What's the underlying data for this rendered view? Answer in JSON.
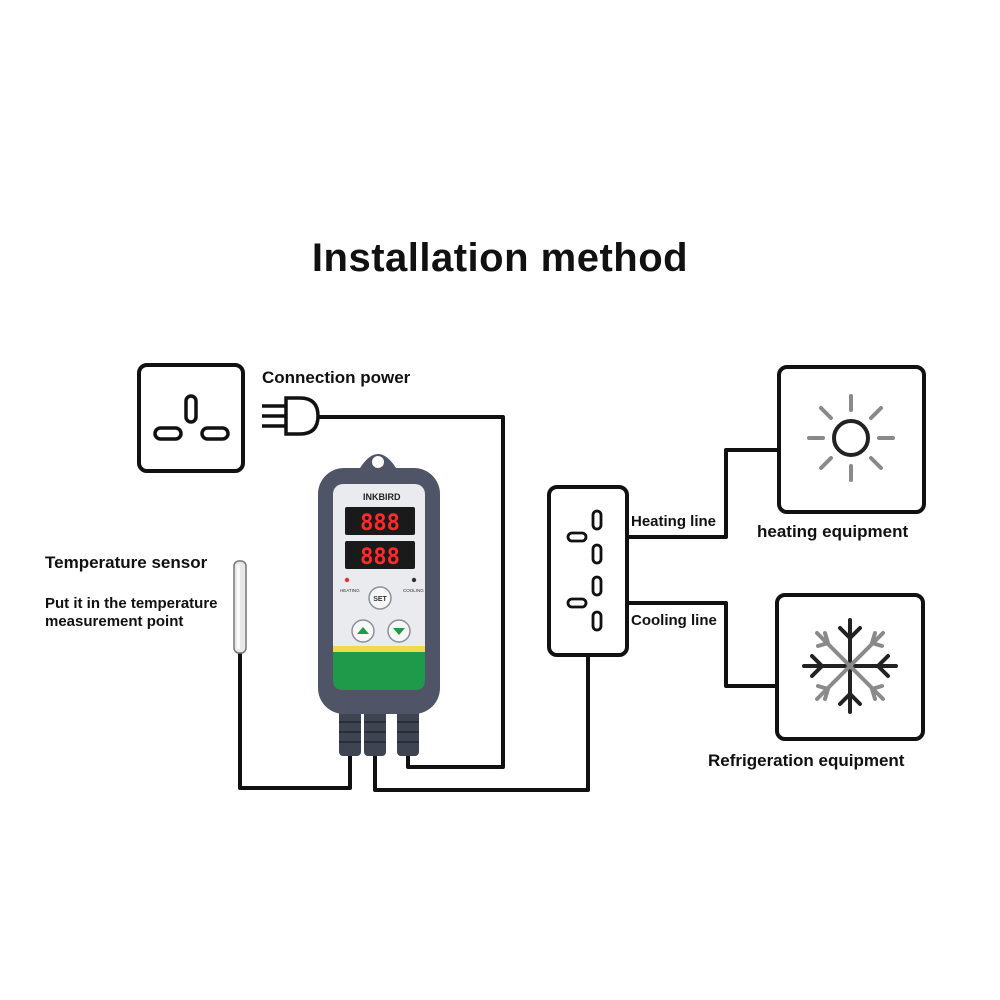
{
  "title": "Installation method",
  "labels": {
    "connection_power": "Connection power",
    "temperature_sensor": "Temperature sensor",
    "sensor_note_line1": "Put it in the temperature",
    "sensor_note_line2": "measurement point",
    "heating_line": "Heating line",
    "cooling_line": "Cooling line",
    "heating_equipment": "heating equipment",
    "refrigeration_equipment": "Refrigeration equipment"
  },
  "device": {
    "brand": "INKBIRD",
    "display_top": "888",
    "display_bottom": "888",
    "set_button": "SET",
    "heating_indicator": "HEATING",
    "cooling_indicator": "COOLING"
  },
  "colors": {
    "line": "#111111",
    "device_body": "#4f5566",
    "device_green": "#1f9a4a",
    "display_digits": "#ff2a2a",
    "heating_led": "#e53030",
    "icon_gray": "#8a8a8a"
  },
  "icons": [
    "wall-socket-icon",
    "plug-icon",
    "sun-icon",
    "snowflake-icon",
    "probe-icon"
  ]
}
